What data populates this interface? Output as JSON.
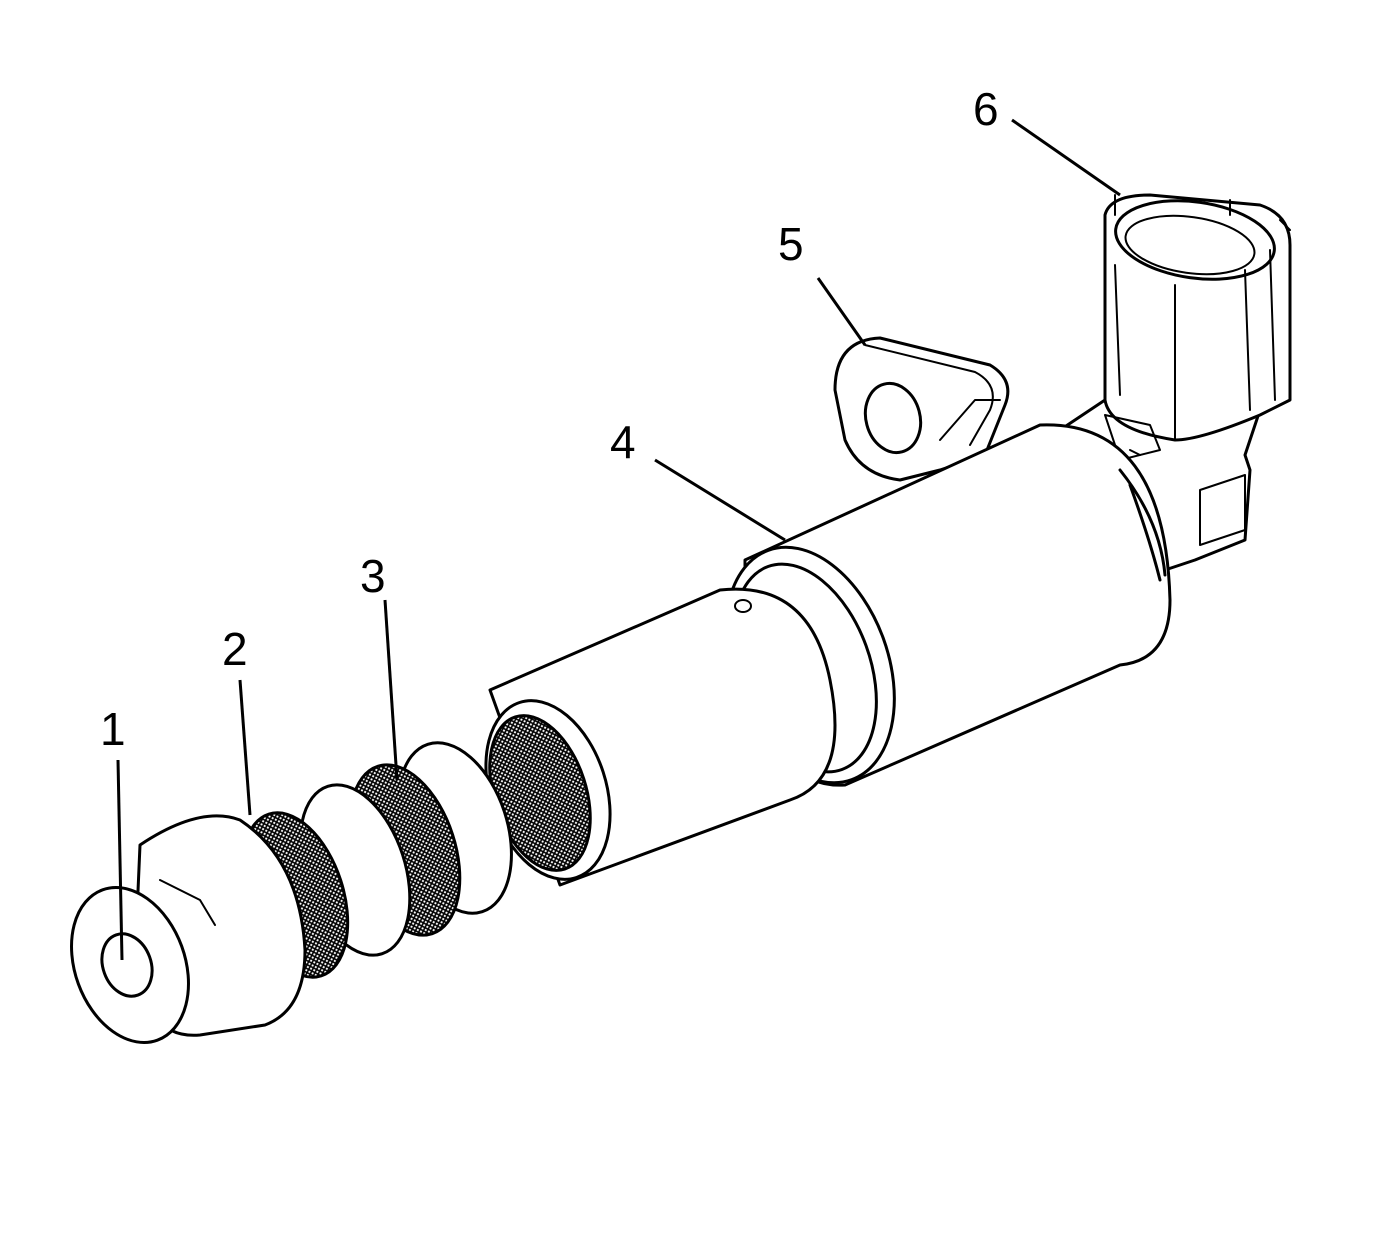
{
  "diagram": {
    "callouts": [
      {
        "id": "1",
        "label": "1"
      },
      {
        "id": "2",
        "label": "2"
      },
      {
        "id": "3",
        "label": "3"
      },
      {
        "id": "4",
        "label": "4"
      },
      {
        "id": "5",
        "label": "5"
      },
      {
        "id": "6",
        "label": "6"
      }
    ],
    "colors": {
      "line": "#000000",
      "background": "#ffffff"
    }
  }
}
